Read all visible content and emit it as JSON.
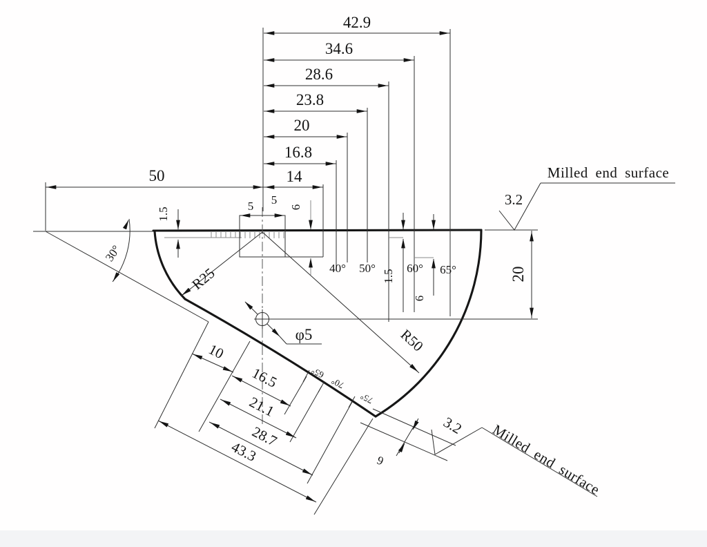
{
  "dims": {
    "top": [
      "42.9",
      "34.6",
      "28.6",
      "23.8",
      "20",
      "16.8",
      "14"
    ],
    "width50": "50",
    "depth15_left": "1.5",
    "angle30": "30°",
    "pitch5a": "5",
    "pitch5b": "5",
    "depth6_mid": "6",
    "r25": "R25",
    "r50": "R50",
    "phi5": "φ5",
    "facet40": "40°",
    "facet50": "50°",
    "depth15_right": "1.5",
    "facet60": "60°",
    "depth6_right": "6",
    "facet65": "65°",
    "height20": "20",
    "rough_top": "3.2",
    "milled_top": "Milled end surface",
    "bottom": [
      "10",
      "16.5",
      "21.1",
      "28.7",
      "43.3"
    ],
    "bfacet65": "65°",
    "bfacet70": "70°",
    "bfacet75": "75°",
    "depth6_bottom": "6",
    "rough_bottom": "3.2",
    "milled_bottom": "Milled end surface"
  },
  "colors": {
    "line": "#161616",
    "text": "#141414",
    "band": "#f3f4f6"
  }
}
